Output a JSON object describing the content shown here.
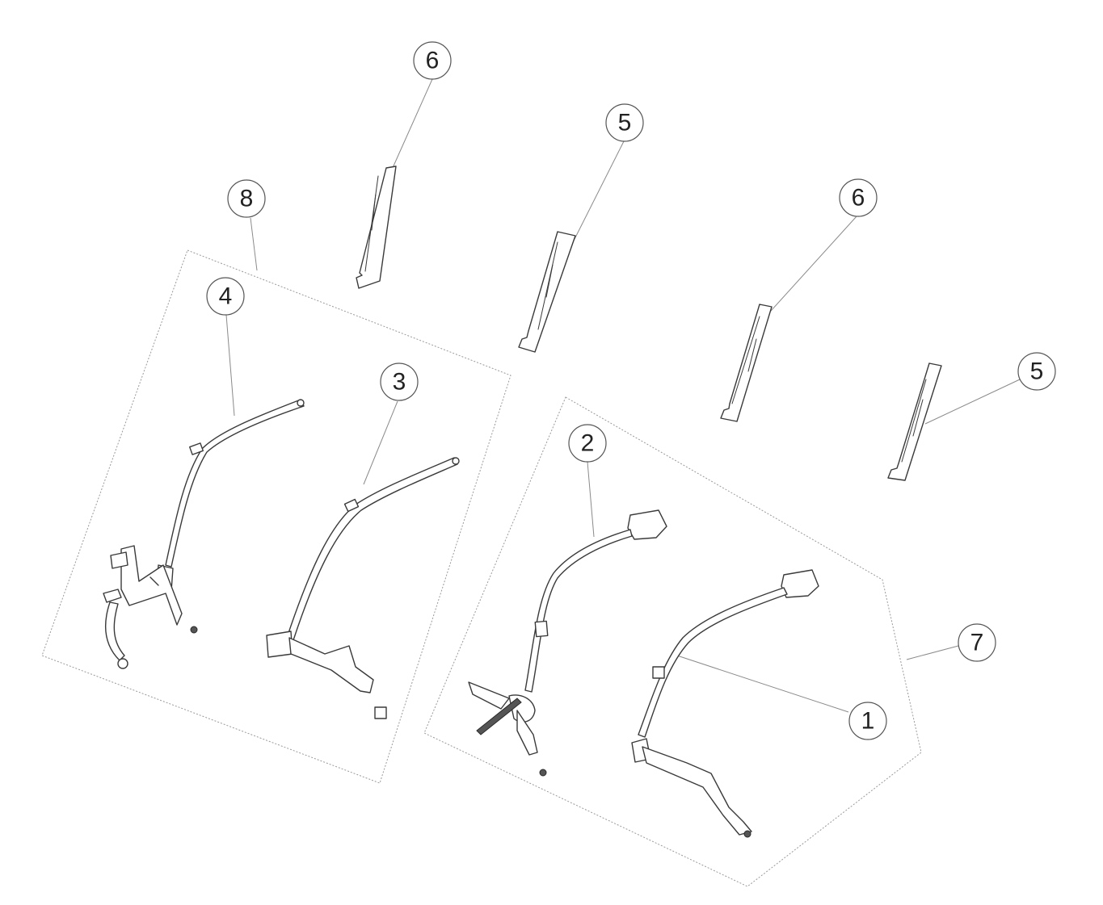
{
  "callouts": {
    "c6a": "6",
    "c5a": "5",
    "c8": "8",
    "c6b": "6",
    "c4": "4",
    "c3": "3",
    "c5b": "5",
    "c2": "2",
    "c7": "7",
    "c1": "1"
  },
  "colors": {
    "line": "#3a3a3a",
    "leader": "#8a8a8a",
    "background": "#ffffff"
  }
}
